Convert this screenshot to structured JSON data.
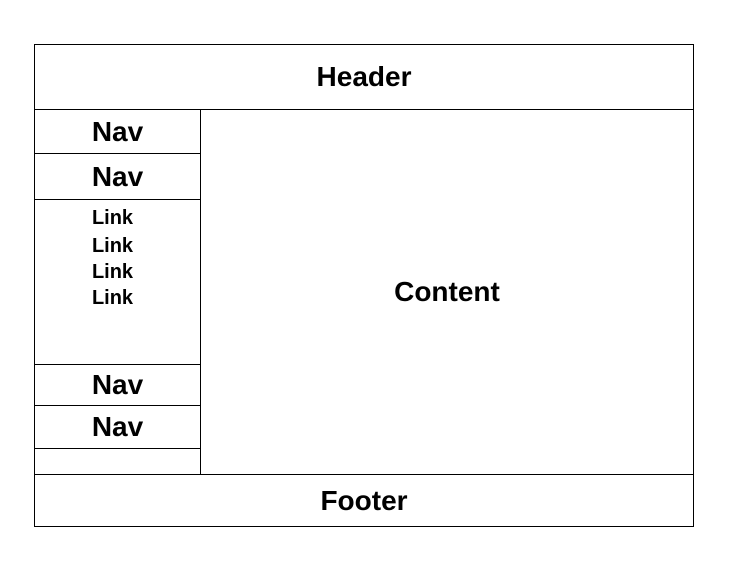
{
  "header": {
    "label": "Header"
  },
  "sidebar": {
    "nav_top": [
      {
        "label": "Nav"
      },
      {
        "label": "Nav"
      }
    ],
    "links": [
      {
        "label": "Link"
      },
      {
        "label": "Link"
      },
      {
        "label": "Link"
      },
      {
        "label": "Link"
      }
    ],
    "nav_bottom": [
      {
        "label": "Nav"
      },
      {
        "label": "Nav"
      }
    ]
  },
  "content": {
    "label": "Content"
  },
  "footer": {
    "label": "Footer"
  },
  "colors": {
    "line": "#000000",
    "background": "#ffffff"
  }
}
